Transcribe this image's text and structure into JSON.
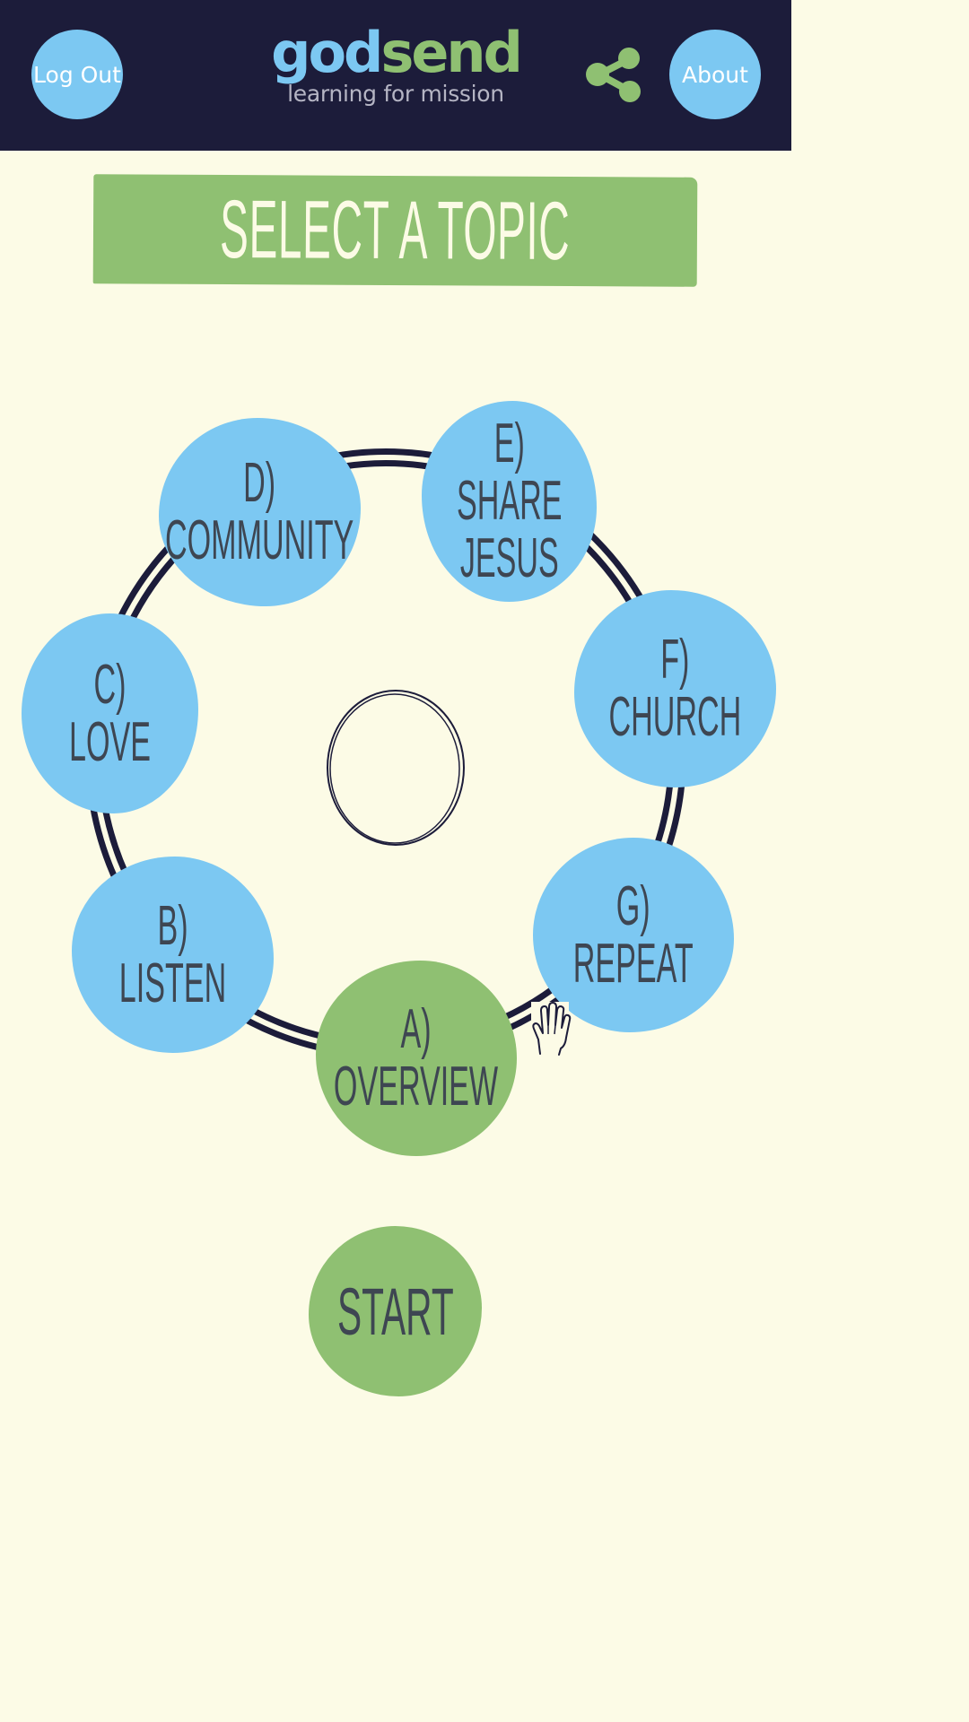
{
  "header": {
    "logout_label": "Log Out",
    "about_label": "About",
    "logo": {
      "word_part1": "god",
      "word_part2": "send",
      "tagline": "learning for mission"
    },
    "share_icon": "share-icon"
  },
  "title": "SELECT A TOPIC",
  "topics": [
    {
      "id": "a",
      "label": "A)\nOVERVIEW",
      "selected": true
    },
    {
      "id": "b",
      "label": "B) LISTEN",
      "selected": false
    },
    {
      "id": "c",
      "label": "C) LOVE",
      "selected": false
    },
    {
      "id": "d",
      "label": "D)\nCOMMUNITY",
      "selected": false
    },
    {
      "id": "e",
      "label": "E) SHARE\nJESUS",
      "selected": false
    },
    {
      "id": "f",
      "label": "F) CHURCH",
      "selected": false
    },
    {
      "id": "g",
      "label": "G) REPEAT",
      "selected": false
    }
  ],
  "start_label": "START",
  "colors": {
    "header_bg": "#1c1c3a",
    "page_bg": "#fcfbe6",
    "blue": "#7cc8f2",
    "green": "#8fc072",
    "label_text": "#3e4652"
  },
  "icons": {
    "share": "share-icon",
    "hand": "waving-hand-icon"
  }
}
